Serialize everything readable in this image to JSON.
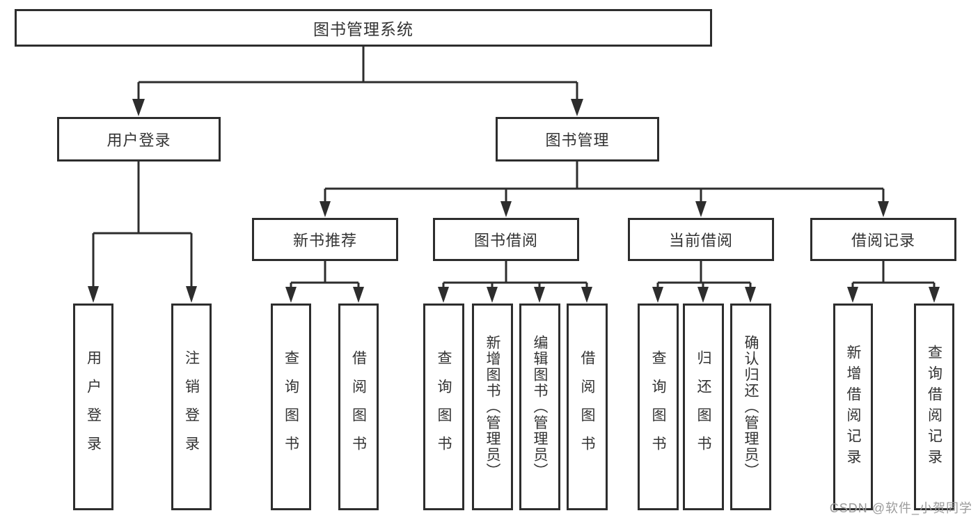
{
  "diagram_title": "图书管理系统",
  "watermark": "CSDN @软件_小贺同学",
  "colors": {
    "line": "#2d2d2d",
    "box_border": "#2d2d2d",
    "text": "#333333",
    "background": "#ffffff",
    "watermark": "#9b9b9b"
  },
  "tree": {
    "label": "图书管理系统",
    "children": [
      {
        "label": "用户登录",
        "children": [
          {
            "label": "用户登录"
          },
          {
            "label": "注销登录"
          }
        ]
      },
      {
        "label": "图书管理",
        "children": [
          {
            "label": "新书推荐",
            "children": [
              {
                "label": "查询图书"
              },
              {
                "label": "借阅图书"
              }
            ]
          },
          {
            "label": "图书借阅",
            "children": [
              {
                "label": "查询图书"
              },
              {
                "label": "新增图书（管理员）"
              },
              {
                "label": "编辑图书（管理员）"
              },
              {
                "label": "借阅图书"
              }
            ]
          },
          {
            "label": "当前借阅",
            "children": [
              {
                "label": "查询图书"
              },
              {
                "label": "归还图书"
              },
              {
                "label": "确认归还（管理员）"
              }
            ]
          },
          {
            "label": "借阅记录",
            "children": [
              {
                "label": "新增借阅记录"
              },
              {
                "label": "查询借阅记录"
              }
            ]
          }
        ]
      }
    ]
  }
}
